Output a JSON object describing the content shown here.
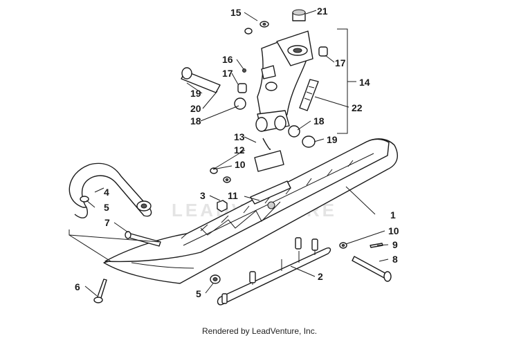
{
  "diagram": {
    "callouts": {
      "c1": "1",
      "c2": "2",
      "c3": "3",
      "c4": "4",
      "c5a": "5",
      "c5b": "5",
      "c6": "6",
      "c7": "7",
      "c8": "8",
      "c9": "9",
      "c10a": "10",
      "c10b": "10",
      "c11": "11",
      "c12": "12",
      "c13": "13",
      "c14": "14",
      "c15": "15",
      "c16": "16",
      "c17a": "17",
      "c17b": "17",
      "c18a": "18",
      "c18b": "18",
      "c19a": "19",
      "c19b": "19",
      "c20": "20",
      "c21": "21",
      "c22": "22"
    },
    "watermark": "LEADVENTURE",
    "footer": "Rendered by LeadVenture, Inc."
  }
}
